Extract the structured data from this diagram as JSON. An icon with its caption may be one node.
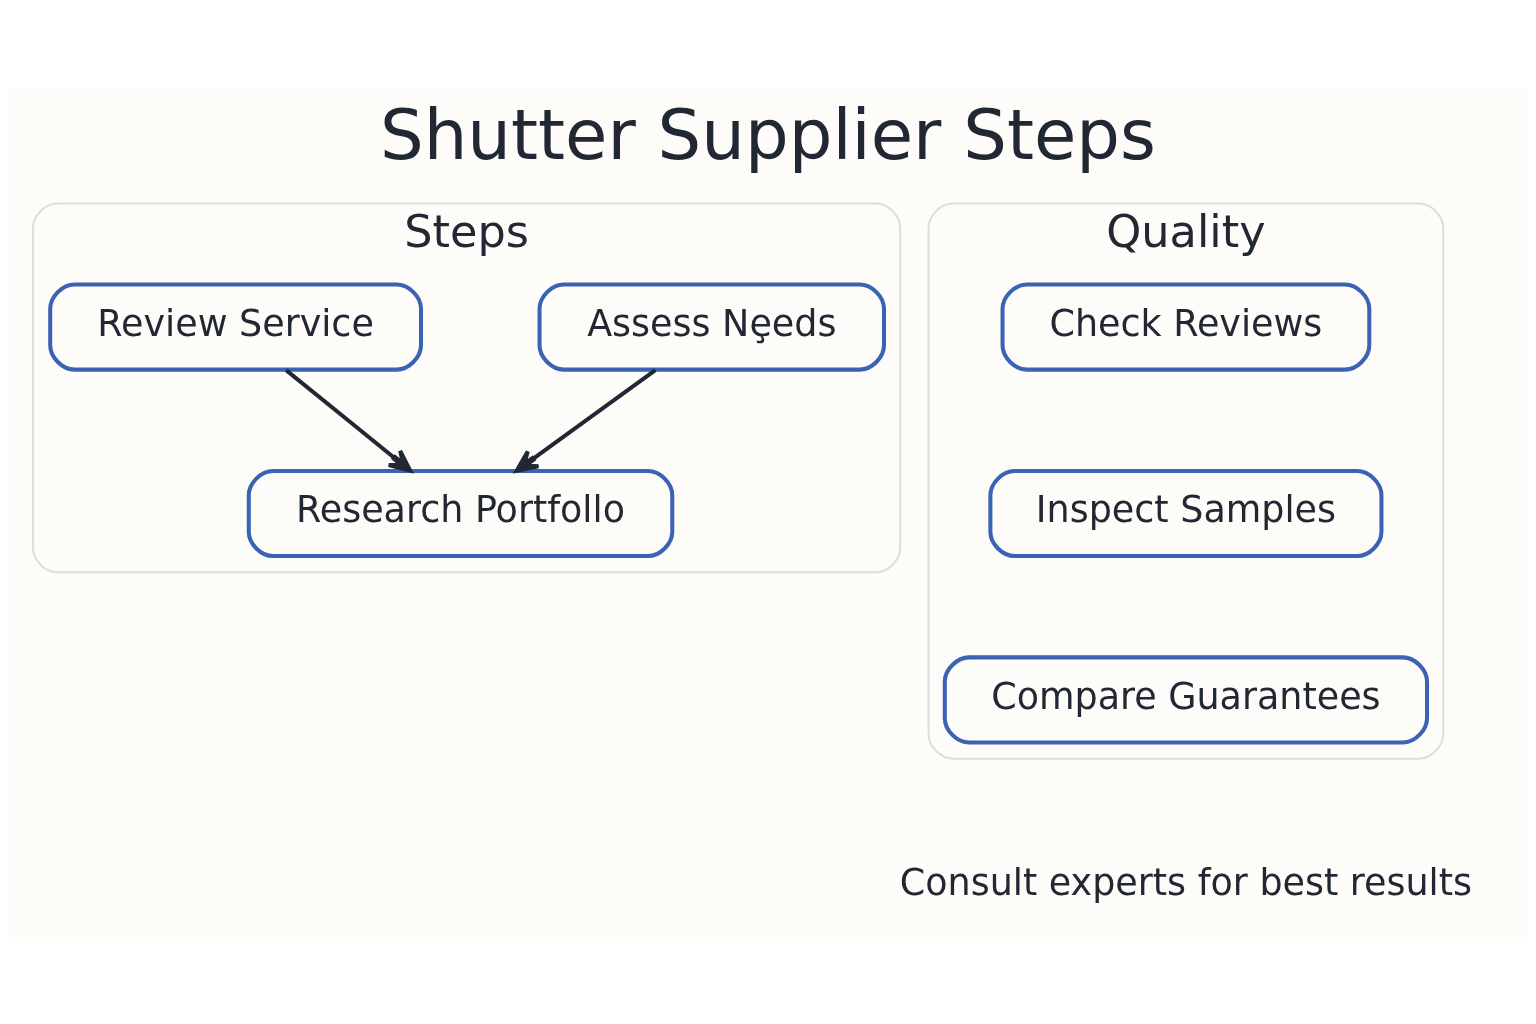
{
  "diagram": {
    "title": "Shutter Supplier Steps",
    "caption": "Consult experts for best results",
    "nodes": [
      {
        "text": [
          "Steps"
        ]
      },
      {
        "text": [
          "Assess Nȩeds"
        ],
        "in": 0
      },
      {
        "text": [
          "Research Portfollo"
        ],
        "in": 0
      },
      {
        "text": [
          "Review Service"
        ],
        "in": 0
      },
      {
        "text": [
          "Quality"
        ]
      },
      {
        "text": [
          "Check Reviews"
        ],
        "in": 4
      },
      {
        "text": [
          "Inspect Samples"
        ],
        "in": 4
      },
      {
        "text": [
          "Compare Guarantees"
        ],
        "in": 4
      }
    ],
    "edges": [
      {
        "from": 1,
        "to": 2,
        "arrow": "to"
      },
      {
        "from": 3,
        "to": 2,
        "arrow": "to"
      }
    ]
  }
}
